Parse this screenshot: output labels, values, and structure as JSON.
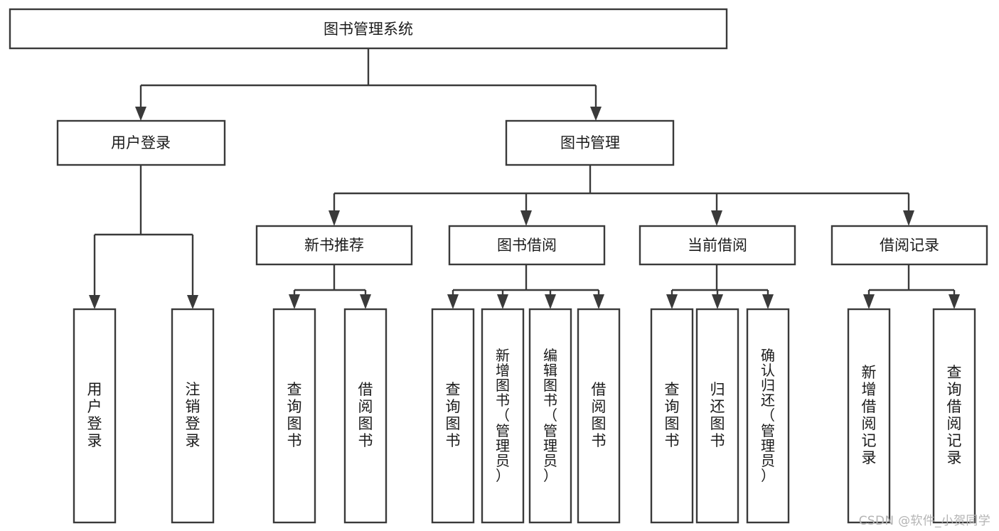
{
  "diagram": {
    "type": "tree-hierarchy",
    "title": "图书管理系统",
    "watermark": "CSDN @软件_小贺同学",
    "colors": {
      "stroke": "#3a3a3a",
      "box_fill": "#ffffff",
      "text": "#1b1b1b",
      "background": "#ffffff",
      "watermark": "#b4b4b4"
    },
    "root": {
      "label": "图书管理系统"
    },
    "level2": [
      {
        "label": "用户登录"
      },
      {
        "label": "图书管理"
      }
    ],
    "level3": [
      {
        "label": "新书推荐"
      },
      {
        "label": "图书借阅"
      },
      {
        "label": "当前借阅"
      },
      {
        "label": "借阅记录"
      }
    ],
    "leaves": {
      "user_login": [
        {
          "label": "用户登录",
          "chars": [
            "用",
            "户",
            "登",
            "录"
          ]
        },
        {
          "label": "注销登录",
          "chars": [
            "注",
            "销",
            "登",
            "录"
          ]
        }
      ],
      "new_book_recommend": [
        {
          "label": "查询图书",
          "chars": [
            "查",
            "询",
            "图",
            "书"
          ]
        },
        {
          "label": "借阅图书",
          "chars": [
            "借",
            "阅",
            "图",
            "书"
          ]
        }
      ],
      "book_borrow": [
        {
          "label": "查询图书",
          "chars": [
            "查",
            "询",
            "图",
            "书"
          ]
        },
        {
          "label": "新增图书（管理员）",
          "chars": [
            "新",
            "增",
            "图",
            "书",
            "（",
            "管",
            "理",
            "员",
            "）"
          ]
        },
        {
          "label": "编辑图书（管理员）",
          "chars": [
            "编",
            "辑",
            "图",
            "书",
            "（",
            "管",
            "理",
            "员",
            "）"
          ]
        },
        {
          "label": "借阅图书",
          "chars": [
            "借",
            "阅",
            "图",
            "书"
          ]
        }
      ],
      "current_borrow": [
        {
          "label": "查询图书",
          "chars": [
            "查",
            "询",
            "图",
            "书"
          ]
        },
        {
          "label": "归还图书",
          "chars": [
            "归",
            "还",
            "图",
            "书"
          ]
        },
        {
          "label": "确认归还（管理员）",
          "chars": [
            "确",
            "认",
            "归",
            "还",
            "（",
            "管",
            "理",
            "员",
            "）"
          ]
        }
      ],
      "borrow_record": [
        {
          "label": "新增借阅记录",
          "chars": [
            "新",
            "增",
            "借",
            "阅",
            "记",
            "录"
          ]
        },
        {
          "label": "查询借阅记录",
          "chars": [
            "查",
            "询",
            "借",
            "阅",
            "记",
            "录"
          ]
        }
      ]
    }
  }
}
